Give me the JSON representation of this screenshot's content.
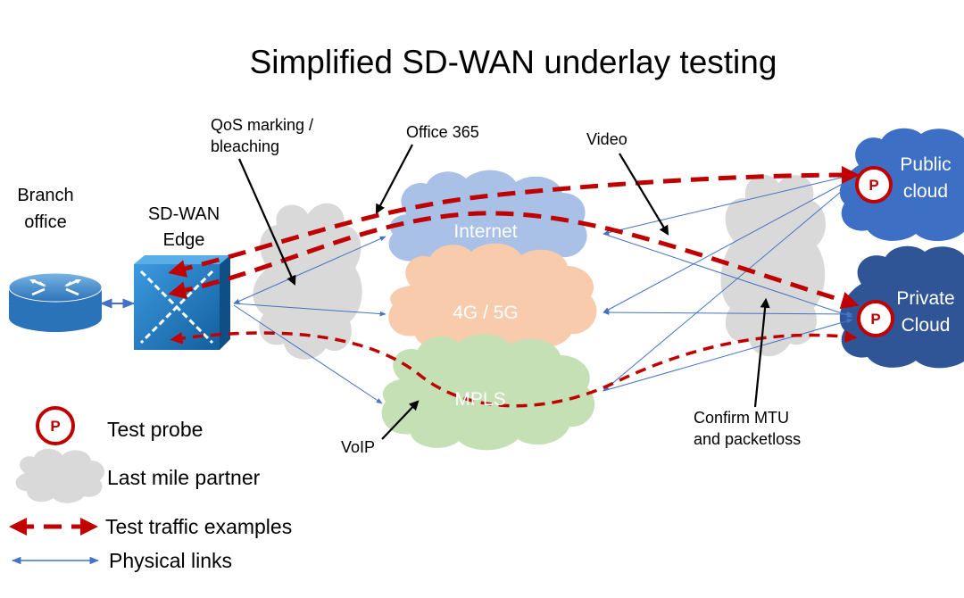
{
  "title": "Simplified SD-WAN underlay testing",
  "nodes": {
    "branch": {
      "line1": "Branch",
      "line2": "office"
    },
    "edge": {
      "line1": "SD-WAN",
      "line2": "Edge"
    },
    "internet": "Internet",
    "cellular": "4G / 5G",
    "mpls": "MPLS",
    "public_cloud": {
      "line1": "Public",
      "line2": "cloud"
    },
    "private_cloud": {
      "line1": "Private",
      "line2": "Cloud"
    }
  },
  "annotations": {
    "qos": {
      "line1": "QoS marking /",
      "line2": "bleaching"
    },
    "office365": "Office 365",
    "video": "Video",
    "voip": "VoIP",
    "mtu": {
      "line1": "Confirm MTU",
      "line2": "and packetloss"
    }
  },
  "legend": {
    "probe": "Test probe",
    "partner": "Last mile partner",
    "traffic": "Test traffic examples",
    "physical": "Physical links"
  },
  "probe_letter": "P",
  "colors": {
    "test_traffic": "#c00000",
    "physical_link": "#4472c4",
    "internet_cloud": "#a9c1e6",
    "cellular_cloud": "#f8cbad",
    "mpls_cloud": "#c5e0b4",
    "partner_cloud": "#d9d9d9",
    "public_cloud": "#3d6fc4",
    "private_cloud": "#2f5597",
    "edge_switch": "#1f7fc4"
  }
}
